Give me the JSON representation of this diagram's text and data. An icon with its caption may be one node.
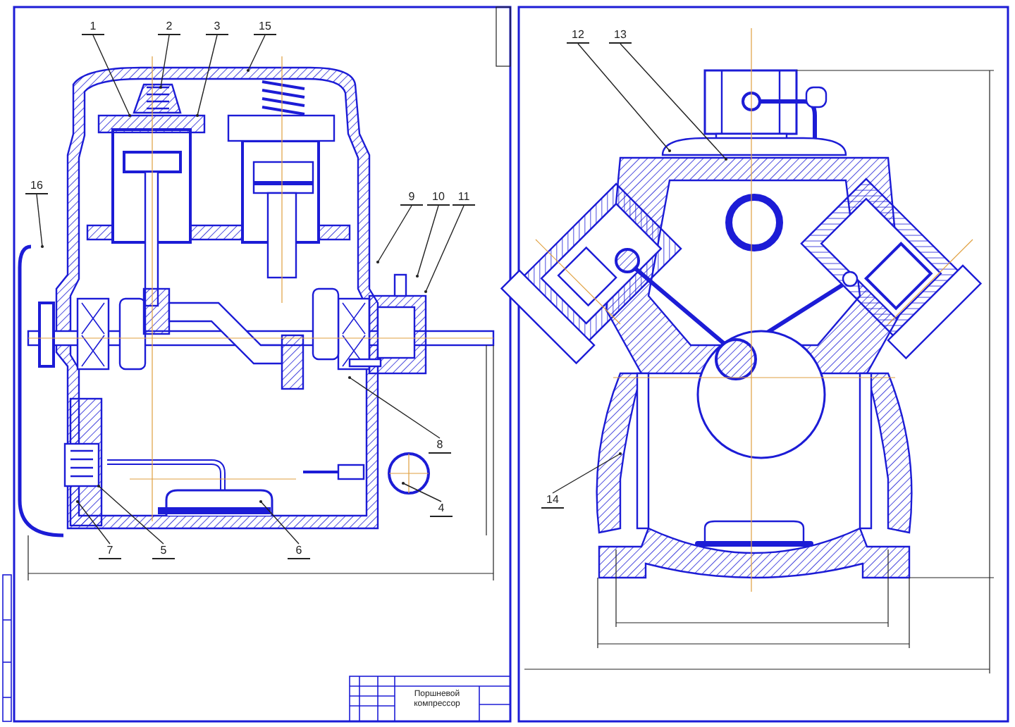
{
  "diagram": {
    "nodes": [
      {
        "text": [
          "1"
        ]
      },
      {
        "text": [
          "2"
        ]
      },
      {
        "text": [
          "3"
        ]
      },
      {
        "text": [
          "15"
        ]
      },
      {
        "text": [
          "16"
        ]
      },
      {
        "text": [
          "9"
        ]
      },
      {
        "text": [
          "10"
        ]
      },
      {
        "text": [
          "11"
        ]
      },
      {
        "text": [
          "8"
        ]
      },
      {
        "text": [
          "4"
        ]
      },
      {
        "text": [
          "7"
        ]
      },
      {
        "text": [
          "5"
        ]
      },
      {
        "text": [
          "6"
        ]
      },
      {
        "text": [
          "12"
        ]
      },
      {
        "text": [
          "13"
        ]
      },
      {
        "text": [
          "14"
        ]
      }
    ],
    "edges": [
      {
        "from": 0,
        "to": null,
        "arrow": "other"
      },
      {
        "from": 1,
        "to": null,
        "arrow": "other"
      },
      {
        "from": 2,
        "to": null,
        "arrow": "other"
      },
      {
        "from": 3,
        "to": null,
        "arrow": "other"
      },
      {
        "from": 4,
        "to": null,
        "arrow": "other"
      },
      {
        "from": 5,
        "to": null,
        "arrow": "other"
      },
      {
        "from": 6,
        "to": null,
        "arrow": "other"
      },
      {
        "from": 7,
        "to": null,
        "arrow": "other"
      },
      {
        "from": 8,
        "to": null,
        "arrow": "other"
      },
      {
        "from": 9,
        "to": null,
        "arrow": "other"
      },
      {
        "from": 10,
        "to": null,
        "arrow": "other"
      },
      {
        "from": 11,
        "to": null,
        "arrow": "other"
      },
      {
        "from": 12,
        "to": null,
        "arrow": "other"
      },
      {
        "from": 13,
        "to": null,
        "arrow": "other"
      },
      {
        "from": 14,
        "to": null,
        "arrow": "other"
      },
      {
        "from": 15,
        "to": null,
        "arrow": "other"
      }
    ],
    "labels": [
      "Поршневой компрессор"
    ]
  }
}
